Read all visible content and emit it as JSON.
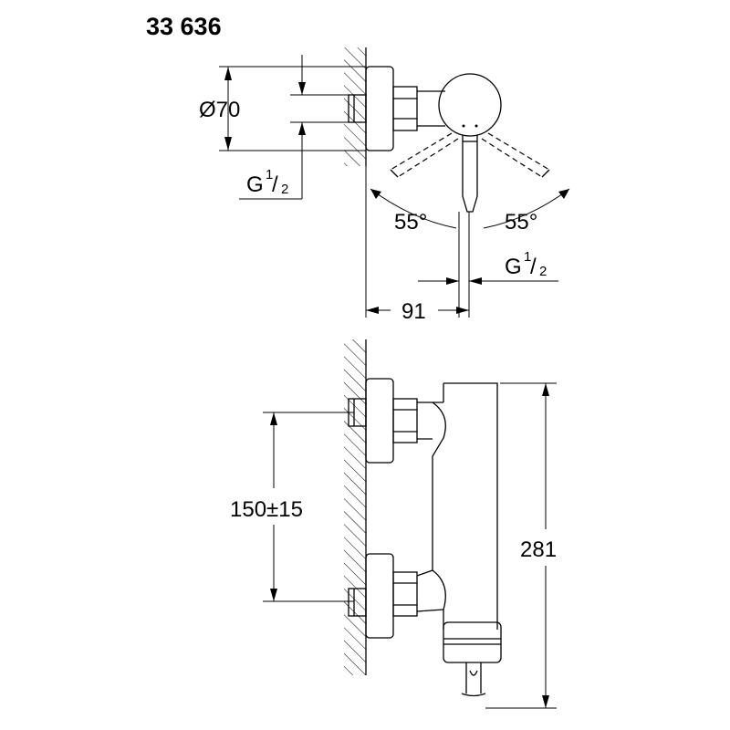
{
  "title": "33 636",
  "top_view": {
    "diameter_label": "Ø70",
    "thread_left": {
      "base": "G",
      "num": "1",
      "den": "2"
    },
    "angle_left": "55°",
    "angle_right": "55°",
    "thread_bottom": {
      "base": "G",
      "num": "1",
      "den": "2"
    },
    "depth_label": "91"
  },
  "front_view": {
    "spacing_label": "150±15",
    "height_label": "281"
  }
}
